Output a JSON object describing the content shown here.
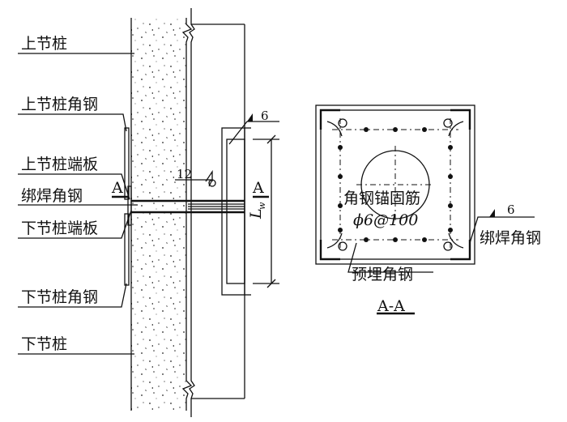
{
  "left_labels": {
    "upper_pile": "上节桩",
    "upper_pile_angle": "上节桩角钢",
    "upper_pile_end_plate": "上节桩端板",
    "binding_weld_angle": "绑焊角钢",
    "lower_pile_end_plate": "下节桩端板",
    "lower_pile_angle": "下节桩角钢",
    "lower_pile": "下节桩"
  },
  "left_detail": {
    "weld_6": "6",
    "weld_12": "12",
    "section_mark_left": "A",
    "section_mark_right": "A",
    "length_symbol": "L",
    "length_subscript": "w"
  },
  "section": {
    "title": "A-A",
    "anchor_label": "角钢锚固筋",
    "rebar_spec": "ϕ6@100",
    "embedded_angle": "预埋角钢",
    "binding_angle": "绑焊角钢",
    "weld_6": "6"
  }
}
